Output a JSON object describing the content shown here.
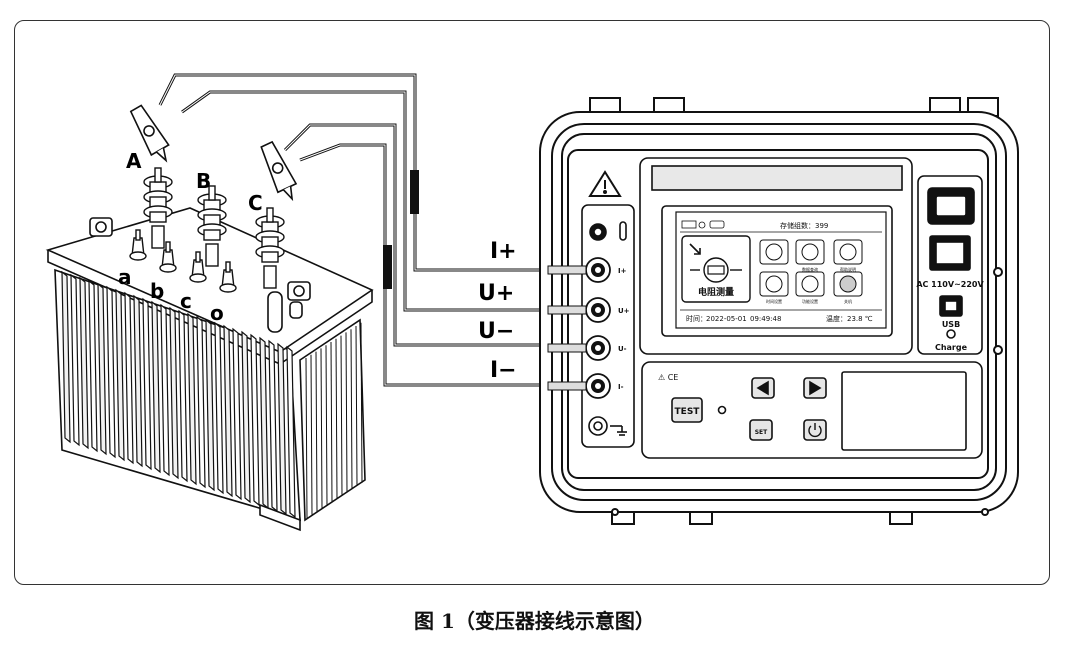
{
  "caption": "图 1（变压器接线示意图）",
  "transformer": {
    "hv_terminals": [
      "A",
      "B",
      "C"
    ],
    "lv_terminals": [
      "a",
      "b",
      "c",
      "o"
    ]
  },
  "leads": [
    "I+",
    "U+",
    "U−",
    "I−"
  ],
  "instrument": {
    "ports": [
      "I+",
      "U+",
      "U-",
      "I-"
    ],
    "screen": {
      "storage_label": "存储组数：399",
      "main_tile": "电阻测量",
      "tiles": [
        "数据查询",
        "帮助说明",
        "时间设置",
        "功能设置",
        "关机"
      ],
      "time_label": "时间：",
      "date": "2022-05-01",
      "time": "09:49:48",
      "temp_label": "温度：23.8 ℃"
    },
    "panel": {
      "mark": "⚠ CE",
      "test": "TEST",
      "set": "SET",
      "power_label": "AC  110V~220V",
      "usb_label": "USB",
      "charge_label": "Charge"
    }
  }
}
